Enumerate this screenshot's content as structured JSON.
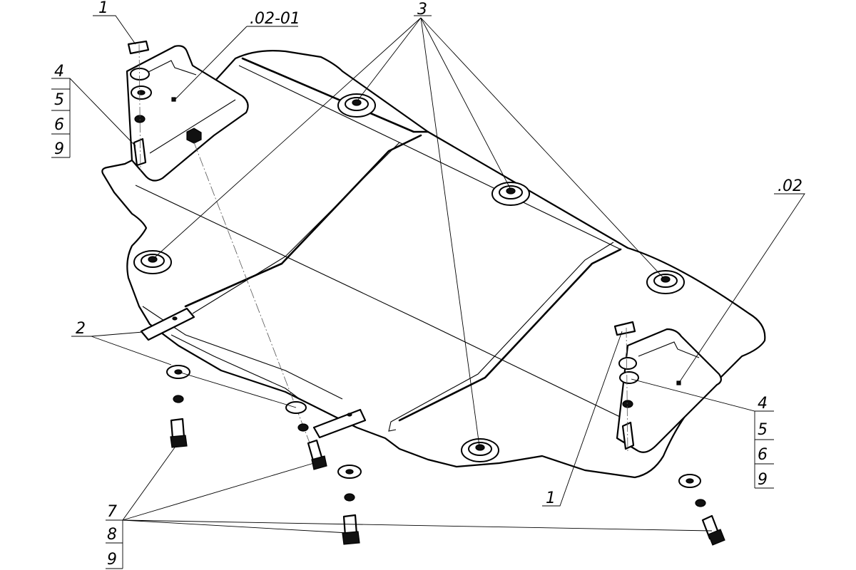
{
  "callouts": {
    "c1_top": "1",
    "c0201": ".02-01",
    "c3": "3",
    "c4_left": "4",
    "c5_left": "5",
    "c6_left": "6",
    "c9_left": "9",
    "c02": ".02",
    "c2": "2",
    "c4_right": "4",
    "c5_right": "5",
    "c6_right": "6",
    "c9_right": "9",
    "c1_bottom": "1",
    "c7": "7",
    "c8": "8",
    "c9_bottom": "9"
  }
}
